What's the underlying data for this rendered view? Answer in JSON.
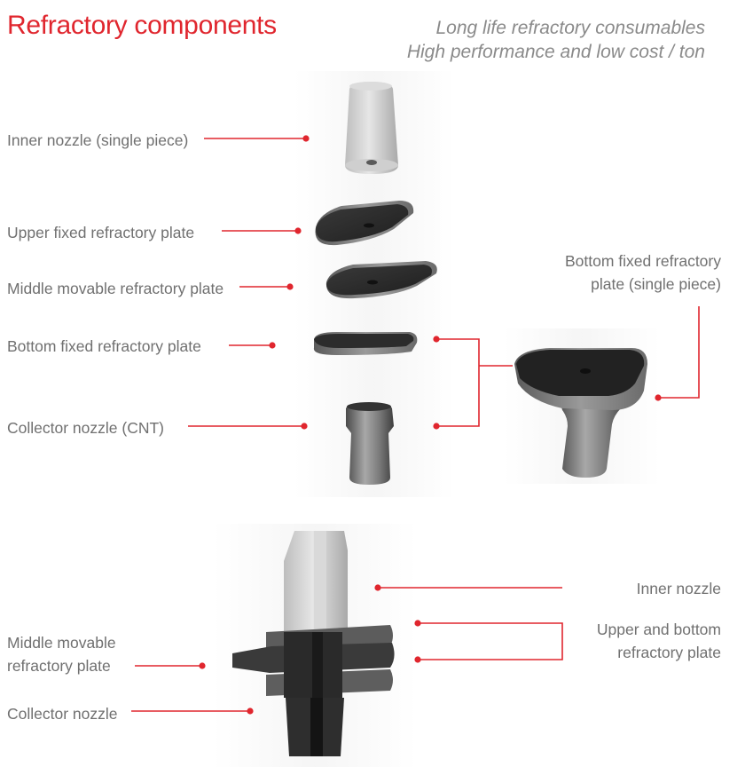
{
  "header": {
    "title": "Refractory components",
    "tagline_1": "Long life refractory consumables",
    "tagline_2": "High performance and low cost / ton"
  },
  "exploded_view": {
    "inner_nozzle": "Inner nozzle (single piece)",
    "upper_plate": "Upper fixed refractory  plate",
    "middle_plate": "Middle movable refractory plate",
    "bottom_plate": "Bottom fixed refractory  plate",
    "collector_nozzle": "Collector nozzle (CNT)",
    "bottom_single_line1": "Bottom fixed refractory",
    "bottom_single_line2": "plate (single piece)"
  },
  "assembly_view": {
    "middle_plate_line1": "Middle movable",
    "middle_plate_line2": "refractory plate",
    "collector_nozzle": "Collector nozzle",
    "inner_nozzle": "Inner nozzle",
    "upper_bottom_line1": "Upper and bottom",
    "upper_bottom_line2": "refractory plate"
  },
  "colors": {
    "accent": "#e0262e",
    "leader": "#e0262e",
    "label_text": "#707070"
  }
}
